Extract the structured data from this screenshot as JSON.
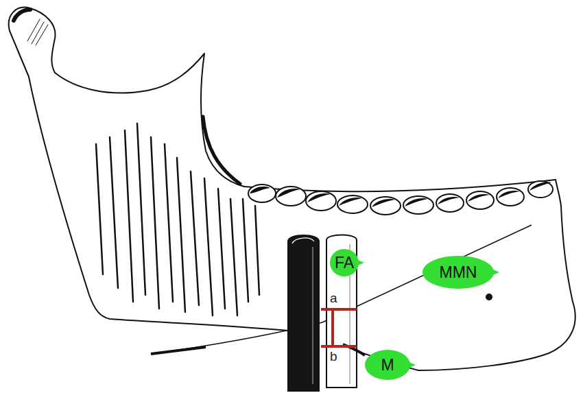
{
  "diagram": {
    "nodes": [
      {
        "text": [
          "FA"
        ]
      },
      {
        "text": [
          "MMN"
        ]
      },
      {
        "text": [
          "M"
        ]
      }
    ],
    "labels": [
      "a",
      "b"
    ]
  }
}
